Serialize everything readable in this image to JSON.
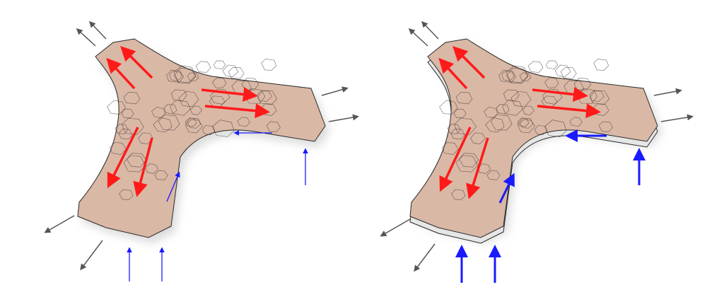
{
  "panels": [
    {
      "name": "left-model",
      "style": "thin-arrows"
    },
    {
      "name": "right-model",
      "style": "thick-arrows-extruded"
    }
  ],
  "colors": {
    "surface": "#d9b8a5",
    "surface_edge": "#2a2a2a",
    "compression_arrow": "#ff1a1a",
    "load_arrow": "#1a1aff",
    "support_arrow": "#555555",
    "extrusion": "#e6e6e6"
  },
  "icons": [
    "red-force-arrow-icon",
    "blue-load-arrow-icon",
    "gray-reaction-arrow-icon"
  ]
}
